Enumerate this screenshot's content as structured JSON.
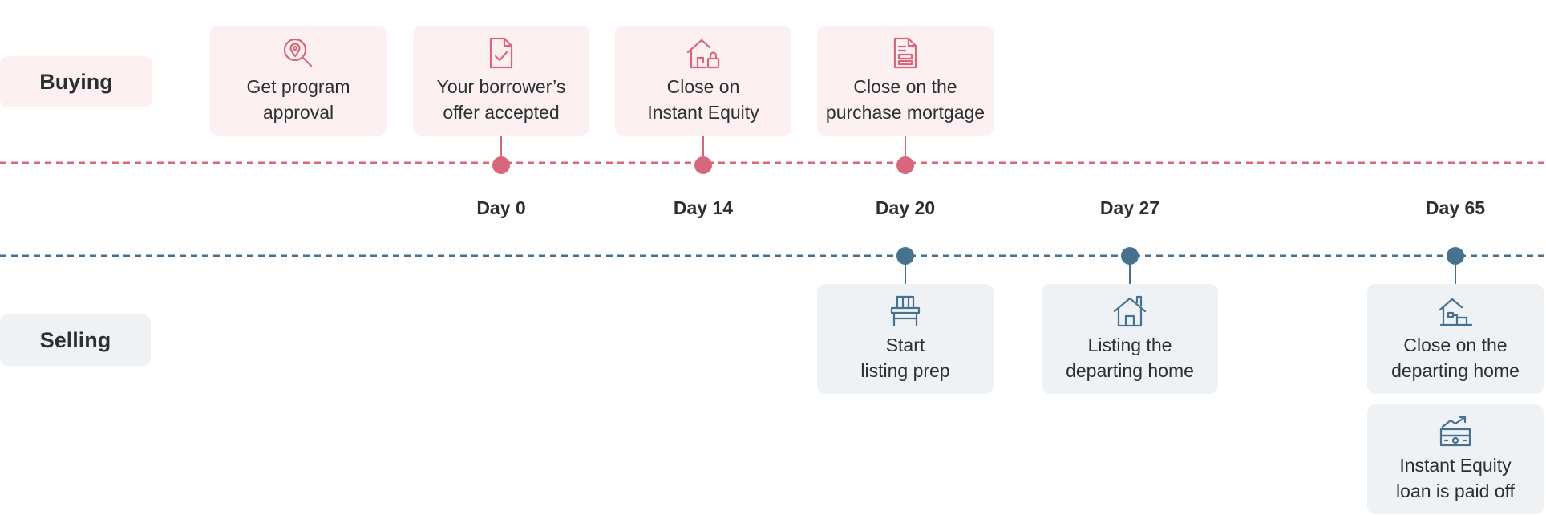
{
  "colors": {
    "buying": "#d9677c",
    "buying_bg": "#fcf0f1",
    "selling": "#46718f",
    "selling_bg": "#eef2f5",
    "text": "#2b2f33"
  },
  "rows": {
    "buying_label": "Buying",
    "selling_label": "Selling"
  },
  "days": [
    {
      "label": "Day 0"
    },
    {
      "label": "Day 14"
    },
    {
      "label": "Day 20"
    },
    {
      "label": "Day 27"
    },
    {
      "label": "Day 65"
    }
  ],
  "buying_steps": [
    {
      "icon": "location-search-icon",
      "lines": [
        "Get program",
        "approval"
      ]
    },
    {
      "icon": "document-check-icon",
      "lines": [
        "Your borrower’s",
        "offer accepted"
      ]
    },
    {
      "icon": "house-lock-icon",
      "lines": [
        "Close on",
        "Instant Equity"
      ]
    },
    {
      "icon": "document-form-icon",
      "lines": [
        "Close on the",
        "purchase mortgage"
      ]
    }
  ],
  "selling_steps": [
    {
      "icon": "table-prep-icon",
      "lines": [
        "Start",
        "listing prep"
      ]
    },
    {
      "icon": "house-sign-icon",
      "lines": [
        "Listing the",
        "departing home"
      ]
    },
    {
      "icon": "house-sold-icon",
      "lines": [
        "Close on the",
        "departing home"
      ]
    },
    {
      "icon": "money-growth-icon",
      "lines": [
        "Instant Equity",
        "loan is paid off"
      ]
    }
  ]
}
